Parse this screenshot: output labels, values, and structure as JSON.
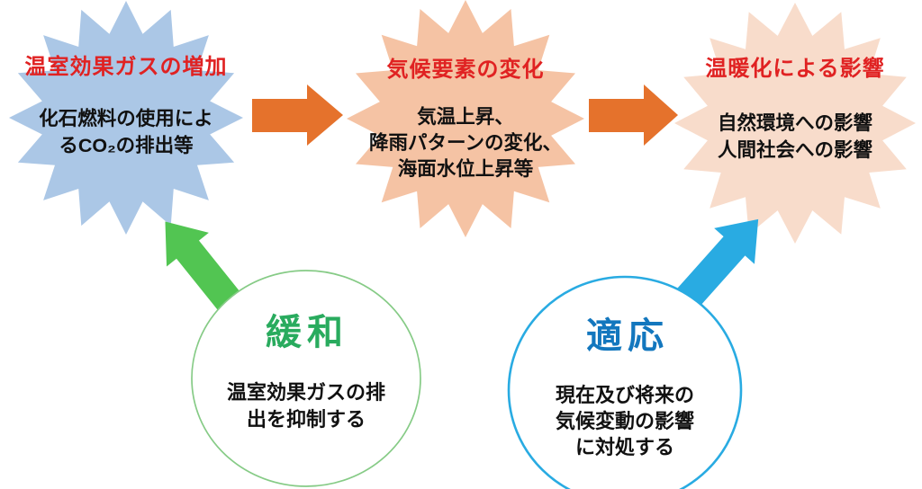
{
  "diagram": {
    "stages": [
      {
        "title": "温室効果ガスの増加",
        "body_lines": [
          "化石燃料の使用によ",
          "るCO₂の排出等"
        ],
        "fill": "#ABC7E6"
      },
      {
        "title": "気候要素の変化",
        "body_lines": [
          "気温上昇、",
          "降雨パターンの変化、",
          "海面水位上昇等"
        ],
        "fill": "#F5C3A4"
      },
      {
        "title": "温暖化による影響",
        "body_lines": [
          "自然環境への影響",
          "人間社会への影響"
        ],
        "fill": "#F8DCCB"
      }
    ],
    "actions": [
      {
        "title": "緩和",
        "body_lines": [
          "温室効果ガスの排",
          "出を抑制する"
        ],
        "title_color": "#29AB5E",
        "circle_color": "#86CB86",
        "arrow_color": "#52C552"
      },
      {
        "title": "適応",
        "body_lines": [
          "現在及び将来の",
          "気候変動の影響",
          "に対処する"
        ],
        "title_color": "#1377BE",
        "circle_color": "#29ABE2",
        "arrow_color": "#29ABE2"
      }
    ],
    "colors": {
      "stage_title_red": "#E02222",
      "body_text": "#111111",
      "stage_arrow_orange": "#E5722C",
      "background": "#FFFFFF"
    }
  }
}
